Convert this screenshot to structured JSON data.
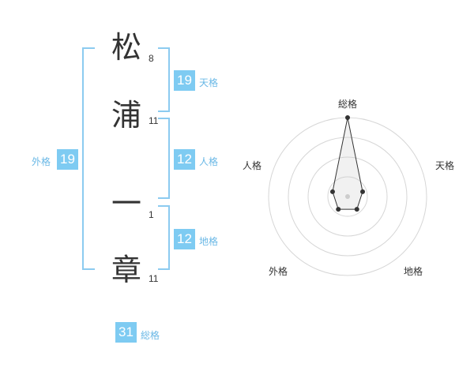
{
  "name": {
    "chars": [
      {
        "char": "松",
        "strokes": "8"
      },
      {
        "char": "浦",
        "strokes": "11"
      },
      {
        "char": "一",
        "strokes": "1"
      },
      {
        "char": "章",
        "strokes": "11"
      }
    ]
  },
  "fortune": {
    "tenkaku": {
      "value": "19",
      "label": "天格"
    },
    "jinkaku": {
      "value": "12",
      "label": "人格"
    },
    "chikaku": {
      "value": "12",
      "label": "地格"
    },
    "gaikaku": {
      "value": "19",
      "label": "外格"
    },
    "soukaku": {
      "value": "31",
      "label": "総格"
    }
  },
  "colors": {
    "badge": "#7ecbf2",
    "label": "#6ab8e6",
    "bracket": "#8ccbf0",
    "text": "#333333"
  },
  "chart_data": {
    "type": "radar",
    "axes": [
      "総格",
      "天格",
      "地格",
      "外格",
      "人格"
    ],
    "values": [
      5,
      1,
      1,
      1,
      1
    ],
    "rings": 4
  }
}
